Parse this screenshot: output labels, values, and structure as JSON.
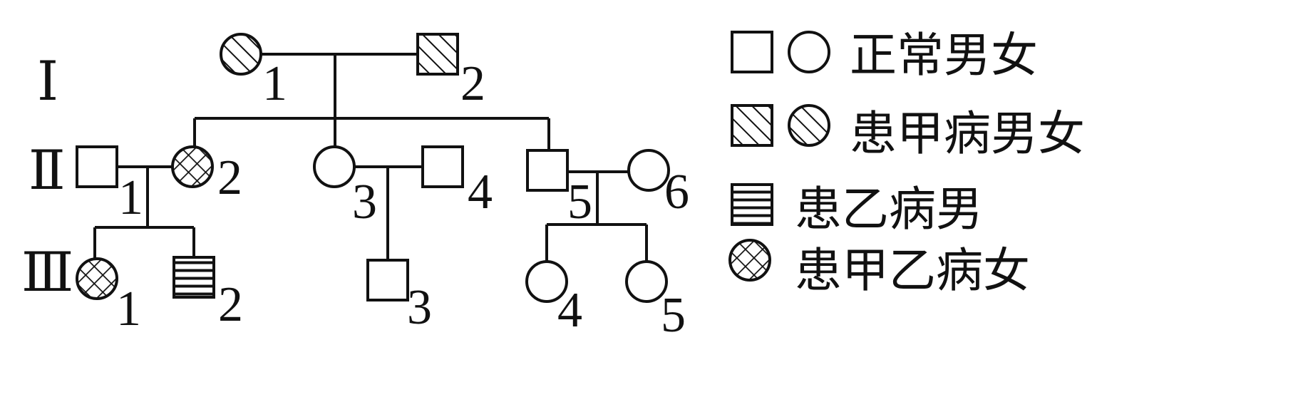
{
  "generations": [
    "Ⅰ",
    "Ⅱ",
    "Ⅲ"
  ],
  "individuals": {
    "I-1": {
      "number": "1",
      "sex": "female",
      "status": "jia"
    },
    "I-2": {
      "number": "2",
      "sex": "male",
      "status": "jia"
    },
    "II-1": {
      "number": "1",
      "sex": "male",
      "status": "normal"
    },
    "II-2": {
      "number": "2",
      "sex": "female",
      "status": "jiayi"
    },
    "II-3": {
      "number": "3",
      "sex": "female",
      "status": "normal"
    },
    "II-4": {
      "number": "4",
      "sex": "male",
      "status": "normal"
    },
    "II-5": {
      "number": "5",
      "sex": "male",
      "status": "normal"
    },
    "II-6": {
      "number": "6",
      "sex": "female",
      "status": "normal"
    },
    "III-1": {
      "number": "1",
      "sex": "female",
      "status": "jiayi"
    },
    "III-2": {
      "number": "2",
      "sex": "male",
      "status": "yi"
    },
    "III-3": {
      "number": "3",
      "sex": "male",
      "status": "normal"
    },
    "III-4": {
      "number": "4",
      "sex": "female",
      "status": "normal"
    },
    "III-5": {
      "number": "5",
      "sex": "female",
      "status": "normal"
    }
  },
  "legend": [
    {
      "text": "正常男女",
      "symbols": [
        "male-normal",
        "female-normal"
      ]
    },
    {
      "text": "患甲病男女",
      "symbols": [
        "male-jia",
        "female-jia"
      ]
    },
    {
      "text": "患乙病男",
      "symbols": [
        "male-yi"
      ]
    },
    {
      "text": "患甲乙病女",
      "symbols": [
        "female-jiayi"
      ]
    }
  ]
}
